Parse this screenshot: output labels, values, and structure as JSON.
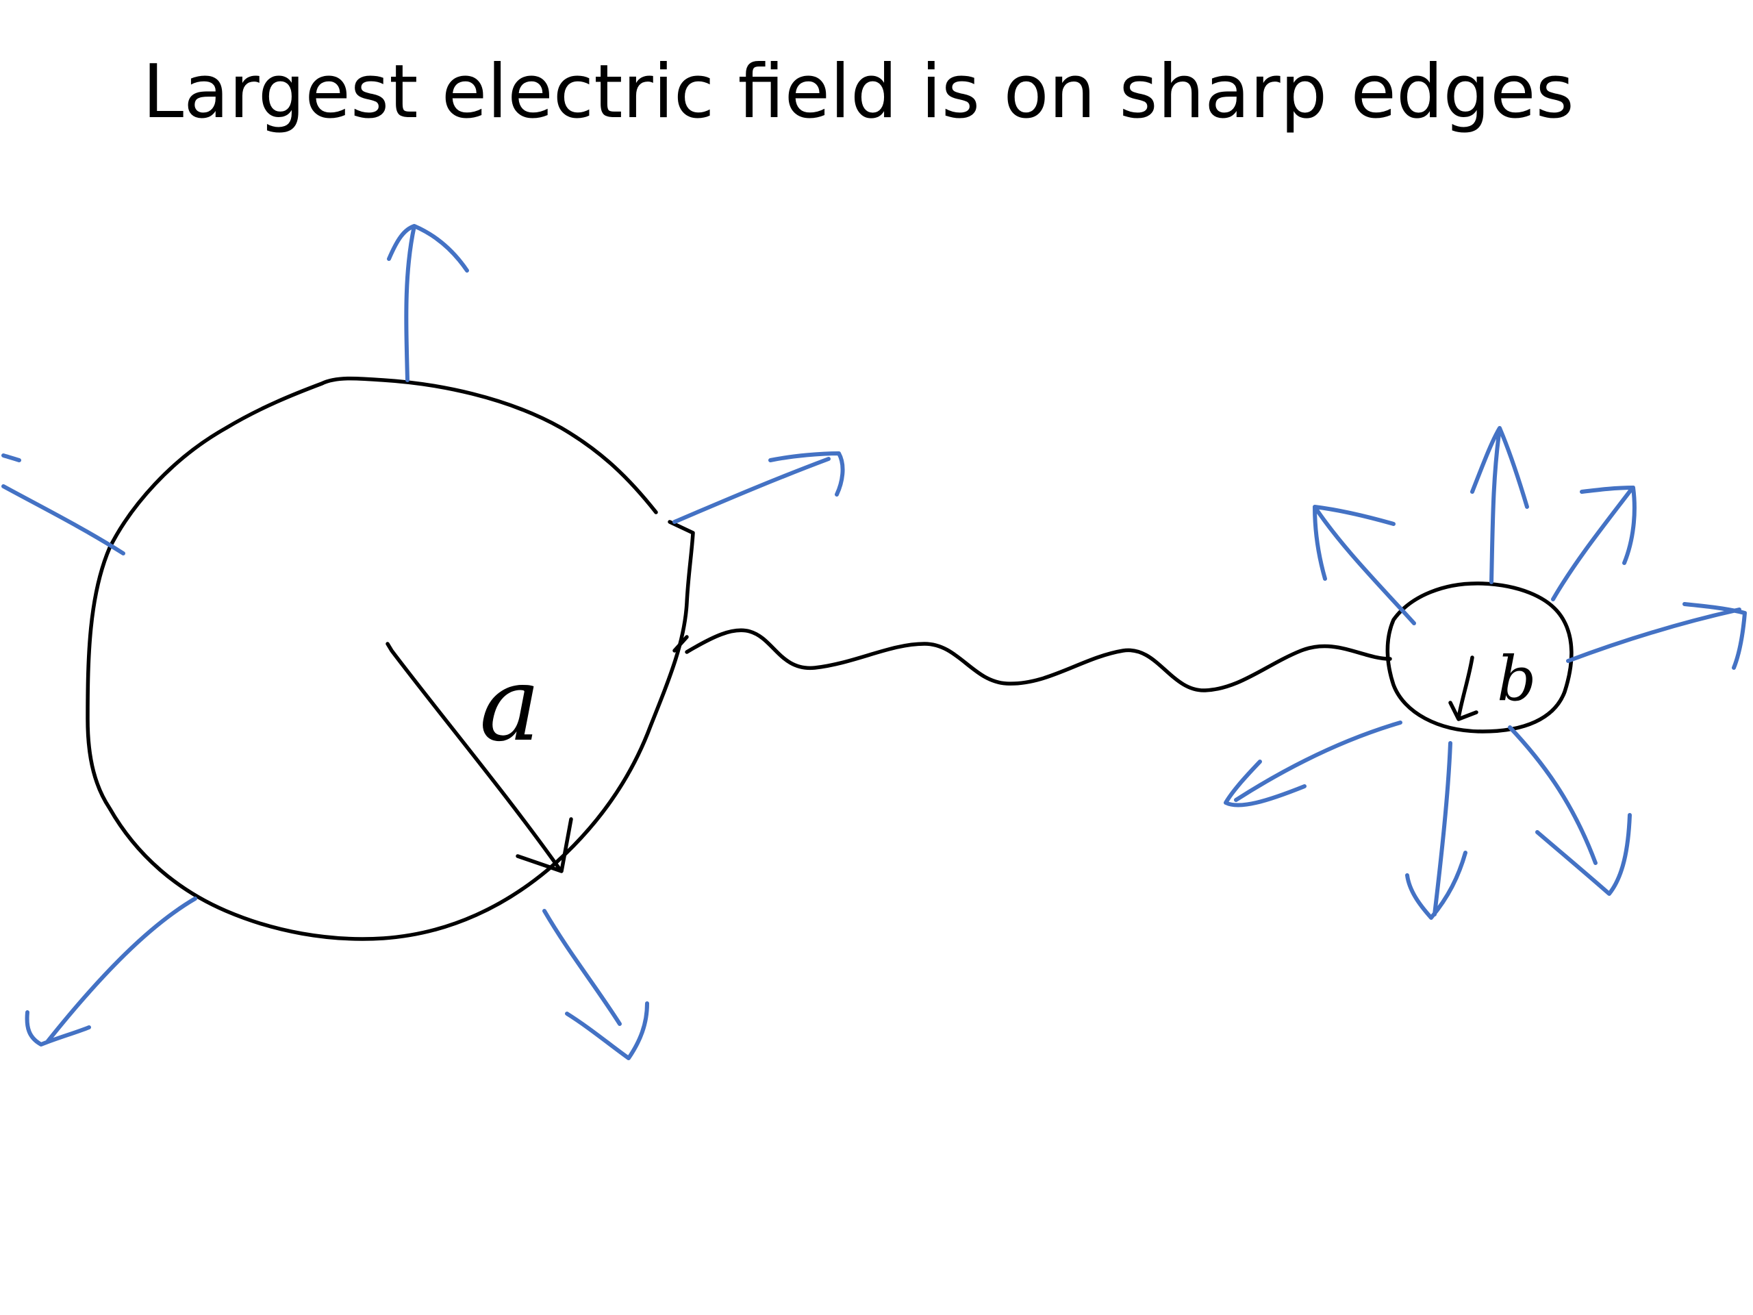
{
  "slide": {
    "title": "Largest electric field is on sharp edges"
  },
  "diagram": {
    "large_sphere": {
      "radius_label": "a"
    },
    "small_sphere": {
      "radius_label": "b"
    },
    "connecting_wire": {},
    "colors": {
      "conductor_ink": "#000000",
      "field_line_ink": "#4472c4",
      "background": "#ffffff"
    }
  }
}
